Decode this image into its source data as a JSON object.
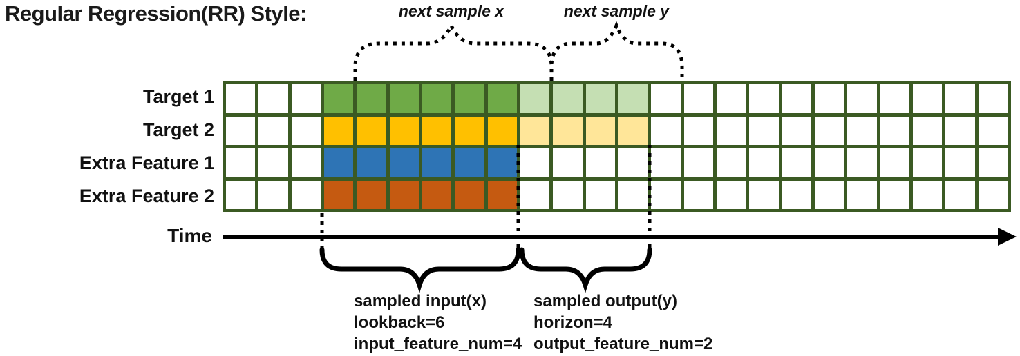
{
  "title": "Regular Regression(RR) Style:",
  "colors": {
    "grid_line": "#3b5a23",
    "empty": "#ffffff",
    "annotation": "#000000"
  },
  "grid": {
    "columns": 24,
    "lead_empty_cols": 3,
    "input_cols": 6,
    "output_cols": 4,
    "trail_empty_cols": 11,
    "rows": [
      {
        "label": "Target 1",
        "input_color": "#6faa47",
        "output_color": "#c5dfb3"
      },
      {
        "label": "Target 2",
        "input_color": "#ffc000",
        "output_color": "#ffe699"
      },
      {
        "label": "Extra Feature 1",
        "input_color": "#2e74b5",
        "output_color": "#ffffff"
      },
      {
        "label": "Extra Feature 2",
        "input_color": "#c55a11",
        "output_color": "#ffffff"
      }
    ]
  },
  "annotations": {
    "next_sample_x": "next sample x",
    "next_sample_y": "next sample y",
    "time_label": "Time",
    "input_block": {
      "lines": [
        "sampled input(x)",
        "lookback=6",
        "input_feature_num=4"
      ]
    },
    "output_block": {
      "lines": [
        "sampled output(y)",
        "horizon=4",
        "output_feature_num=2"
      ]
    }
  }
}
